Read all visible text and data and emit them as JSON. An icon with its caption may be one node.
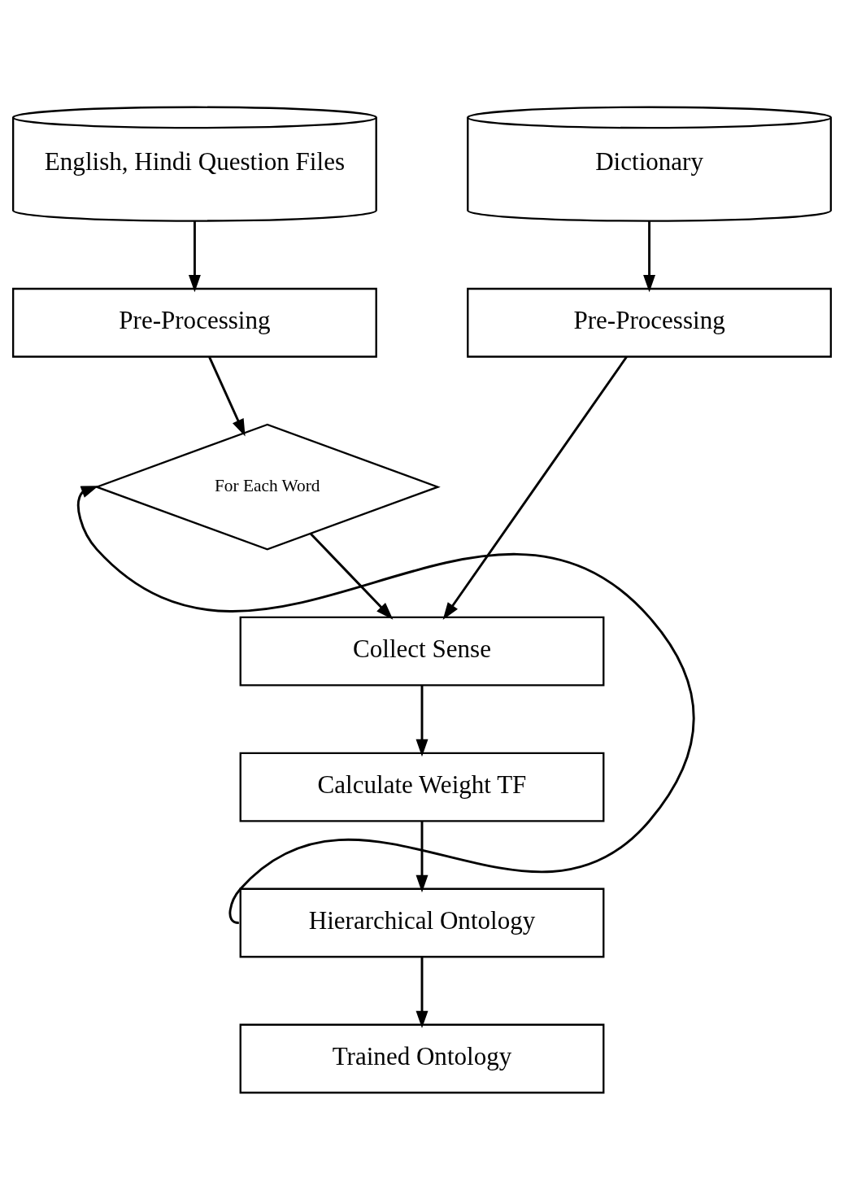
{
  "diagram": {
    "nodes": [
      {
        "text": [
          "English, Hindi Question Files"
        ]
      },
      {
        "text": [
          "Dictionary"
        ]
      },
      {
        "text": [
          "Pre-Processing"
        ]
      },
      {
        "text": [
          "Pre-Processing"
        ]
      },
      {
        "text": [
          "For Each Word"
        ]
      },
      {
        "text": [
          "Collect Sense"
        ]
      },
      {
        "text": [
          "Calculate Weight TF"
        ]
      },
      {
        "text": [
          "Hierarchical Ontology"
        ]
      },
      {
        "text": [
          "Trained Ontology"
        ]
      }
    ],
    "edges": [
      {
        "from": 0,
        "to": 2,
        "arrow": "to"
      },
      {
        "from": 1,
        "to": 3,
        "arrow": "to"
      },
      {
        "from": 2,
        "to": 4,
        "arrow": "to"
      },
      {
        "from": 4,
        "to": 5,
        "arrow": "to"
      },
      {
        "from": 3,
        "to": 5,
        "arrow": "to"
      },
      {
        "from": 5,
        "to": 6,
        "arrow": "to"
      },
      {
        "from": 6,
        "to": 7,
        "arrow": "to"
      },
      {
        "from": 7,
        "to": 4,
        "arrow": "to"
      },
      {
        "from": 7,
        "to": 8,
        "arrow": "to"
      }
    ]
  }
}
